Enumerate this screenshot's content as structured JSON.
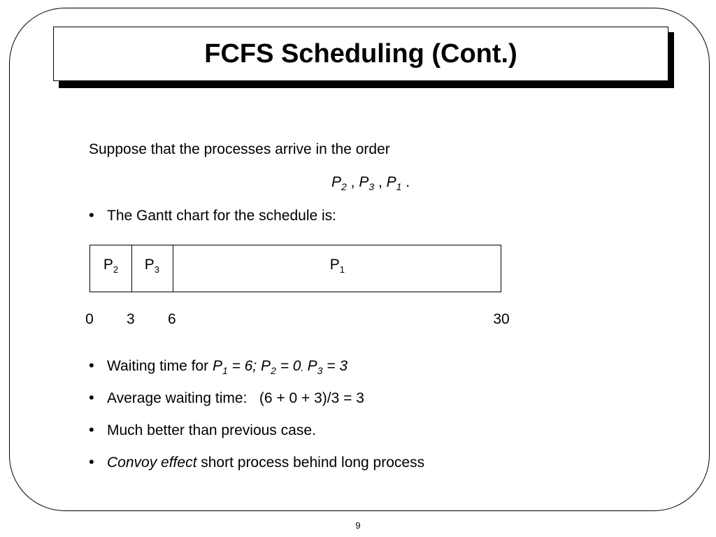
{
  "slide": {
    "title": "FCFS Scheduling (Cont.)",
    "intro": "Suppose that the processes arrive in the order",
    "order": [
      {
        "p": "P",
        "sub": "2"
      },
      {
        "p": "P",
        "sub": "3"
      },
      {
        "p": "P",
        "sub": "1"
      }
    ],
    "order_sep": " , ",
    "order_end": " .",
    "bullet_glyph": "•",
    "bullet1": "The Gantt chart for the schedule is:",
    "waiting": {
      "prefix": "Waiting time for ",
      "p1": "P",
      "p1_sub": "1",
      "p1_val": " = 6",
      "sep1": ";",
      "p2": " P",
      "p2_sub": "2",
      "p2_val": " = 0",
      "sep2": ",",
      "p3": " P",
      "p3_sub": "3",
      "p3_val": " = 3"
    },
    "avg_label": "Average waiting time:",
    "avg_value": "(6 + 0 + 3)/3 = 3",
    "bullet4": "Much better than previous case.",
    "convoy_italic": "Convoy effect",
    "convoy_rest": " short process behind long process",
    "page_number": "9"
  },
  "chart_data": {
    "type": "gantt",
    "segments": [
      {
        "label": "P",
        "sub": "2",
        "start": 0,
        "end": 3
      },
      {
        "label": "P",
        "sub": "3",
        "start": 3,
        "end": 6
      },
      {
        "label": "P",
        "sub": "1",
        "start": 6,
        "end": 30
      }
    ],
    "ticks": [
      "0",
      "3",
      "6",
      "30"
    ],
    "range": [
      0,
      30
    ]
  }
}
